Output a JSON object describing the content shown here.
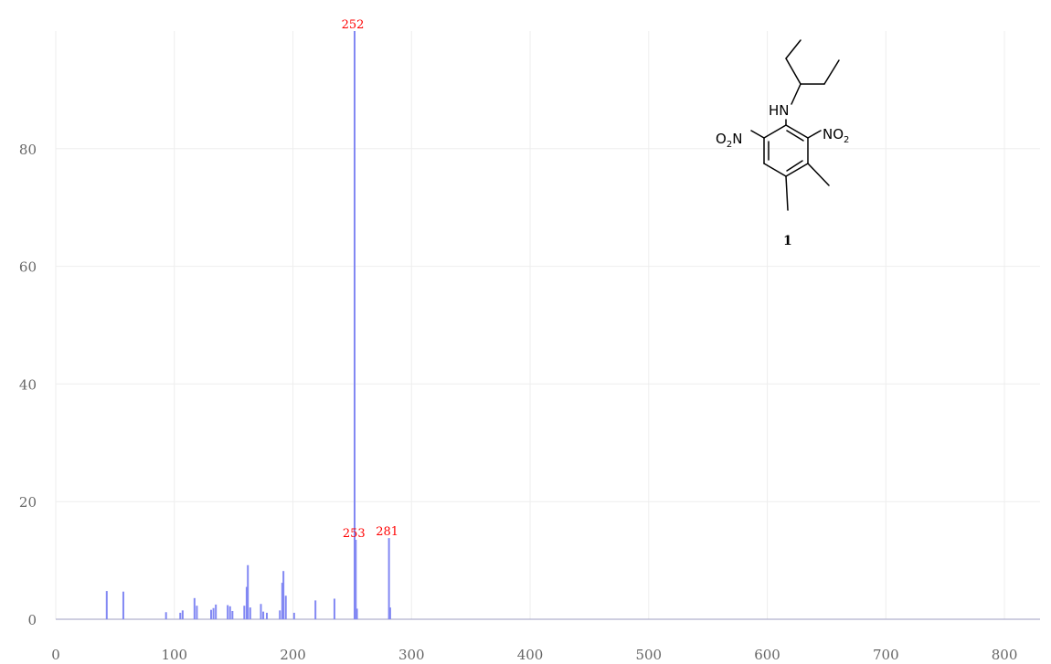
{
  "chart_data": {
    "type": "bar",
    "title": "",
    "xlabel": "",
    "ylabel": "",
    "xlim": [
      0,
      830
    ],
    "ylim": [
      0,
      100
    ],
    "x_ticks": [
      0,
      100,
      200,
      300,
      400,
      500,
      600,
      700,
      800
    ],
    "y_ticks": [
      0,
      20,
      40,
      60,
      80
    ],
    "grid": true,
    "bar_color": "#8288f3",
    "label_color": "#ff0000",
    "peaks": [
      {
        "x": 43,
        "y": 4.8
      },
      {
        "x": 57,
        "y": 4.7
      },
      {
        "x": 93,
        "y": 1.2
      },
      {
        "x": 105,
        "y": 1.1
      },
      {
        "x": 107,
        "y": 1.5
      },
      {
        "x": 117,
        "y": 3.6
      },
      {
        "x": 119,
        "y": 2.3
      },
      {
        "x": 131,
        "y": 1.6
      },
      {
        "x": 133,
        "y": 1.9
      },
      {
        "x": 135,
        "y": 2.5
      },
      {
        "x": 145,
        "y": 2.4
      },
      {
        "x": 147,
        "y": 2.2
      },
      {
        "x": 149,
        "y": 1.4
      },
      {
        "x": 159,
        "y": 2.3
      },
      {
        "x": 161,
        "y": 5.5
      },
      {
        "x": 162,
        "y": 9.2
      },
      {
        "x": 164,
        "y": 2.0
      },
      {
        "x": 173,
        "y": 2.6
      },
      {
        "x": 175,
        "y": 1.3
      },
      {
        "x": 178,
        "y": 1.1
      },
      {
        "x": 189,
        "y": 1.5
      },
      {
        "x": 191,
        "y": 6.2
      },
      {
        "x": 192,
        "y": 8.2
      },
      {
        "x": 194,
        "y": 4.0
      },
      {
        "x": 201,
        "y": 1.1
      },
      {
        "x": 219,
        "y": 3.2
      },
      {
        "x": 235,
        "y": 3.5
      },
      {
        "x": 252,
        "y": 100,
        "label": "252"
      },
      {
        "x": 253,
        "y": 13.5,
        "label": "253"
      },
      {
        "x": 254,
        "y": 1.8
      },
      {
        "x": 281,
        "y": 13.8,
        "label": "281"
      },
      {
        "x": 282,
        "y": 2.0
      }
    ]
  },
  "structure": {
    "nh_label": "HN",
    "left_group": {
      "main": "O",
      "sub": "2",
      "tail": "N"
    },
    "right_group": {
      "main": "NO",
      "sub": "2"
    },
    "compound_number": "1"
  }
}
